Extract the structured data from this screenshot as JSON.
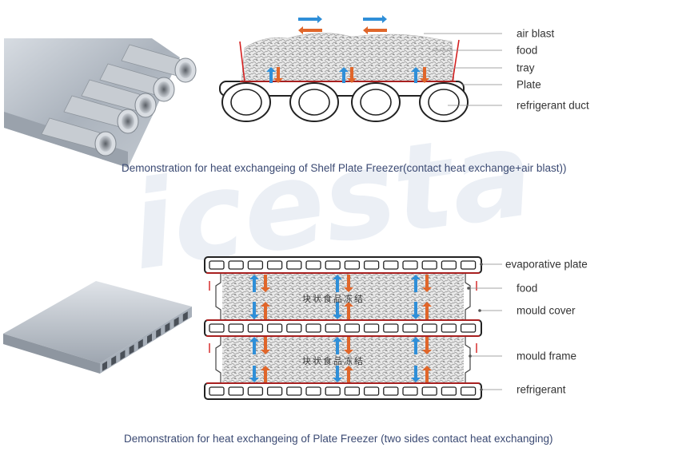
{
  "watermark": "icesta",
  "top_diagram": {
    "labels": [
      "air blast",
      "food",
      "tray",
      "Plate",
      "refrigerant duct"
    ],
    "caption": "Demonstration for heat exchangeing of Shelf Plate Freezer(contact heat exchange+air blast))"
  },
  "bottom_diagram": {
    "labels": [
      "evaporative plate",
      "food",
      "mould cover",
      "mould  frame",
      "refrigerant"
    ],
    "inner_text": [
      "块状食品冻结",
      "块状食品冻结"
    ],
    "caption": "Demonstration for heat exchangeing of Plate Freezer (two sides contact heat exchanging)"
  },
  "colors": {
    "arrow_blue": "#2f8fd8",
    "arrow_orange": "#e0662a",
    "tray_red": "#d42020",
    "plate_outline": "#222222",
    "leader": "#888888",
    "caption": "#3b4a73",
    "photo_metal": "#b9c1cb"
  }
}
